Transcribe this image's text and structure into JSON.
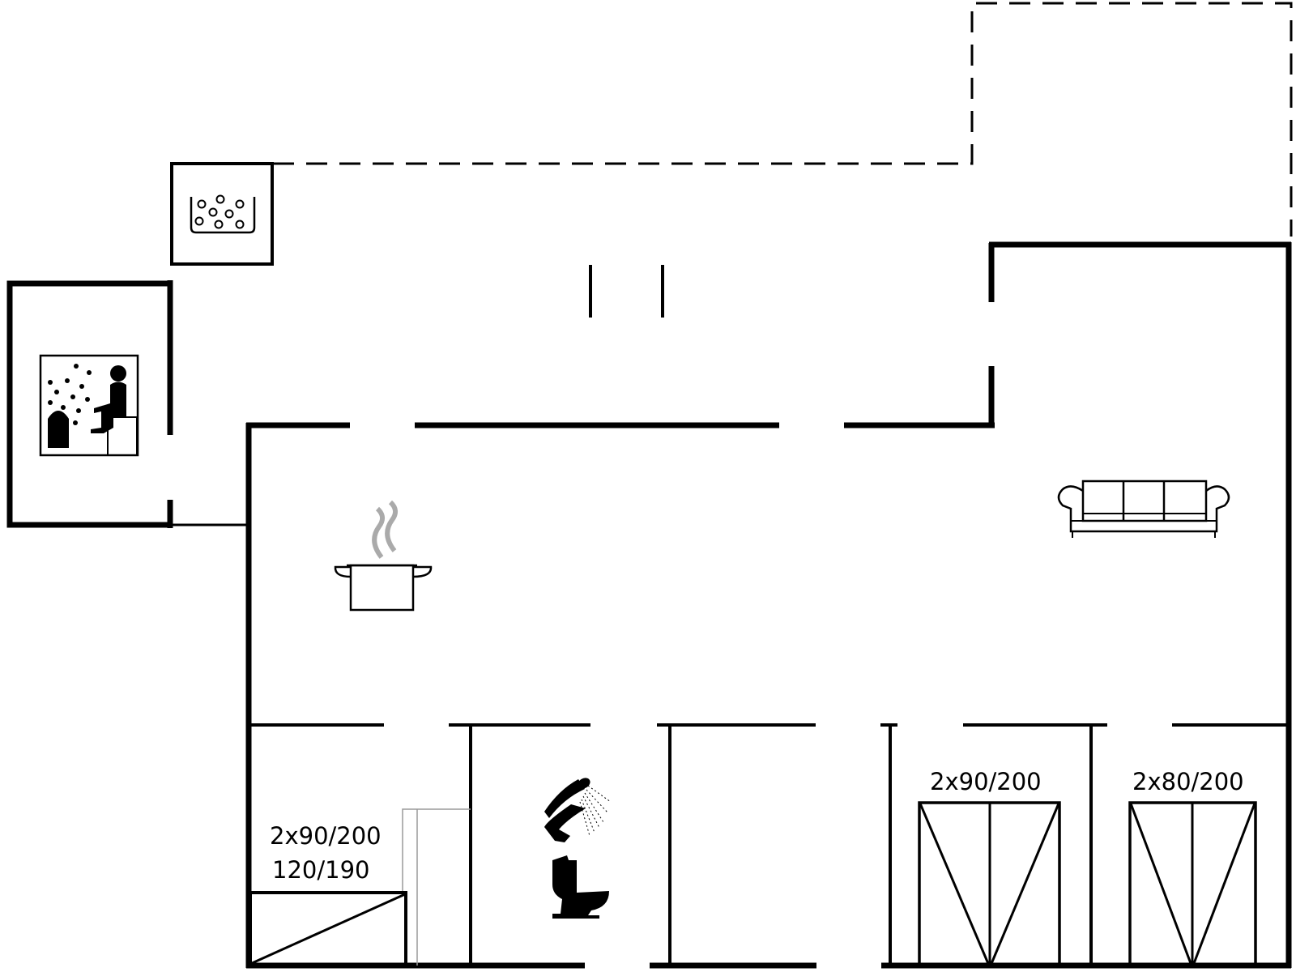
{
  "labels": {
    "single_beds_label": "2x90/200",
    "double_bed_label": "120/190",
    "bedroom_a_label": "2x90/200",
    "bedroom_b_label": "2x80/200"
  },
  "icons": {
    "whirlpool": "whirlpool-icon",
    "sauna": "sauna-icon",
    "kitchen": "cooking-pot-icon",
    "sofa": "sofa-icon",
    "shower": "shower-icon",
    "toilet": "toilet-icon",
    "bunk": "bunk-bed-icon",
    "beds": "twin-beds-icon"
  },
  "colors": {
    "wall": "#000000",
    "background": "#ffffff",
    "steam": "#aaaaaa",
    "faint_line": "#9a9a9a"
  }
}
